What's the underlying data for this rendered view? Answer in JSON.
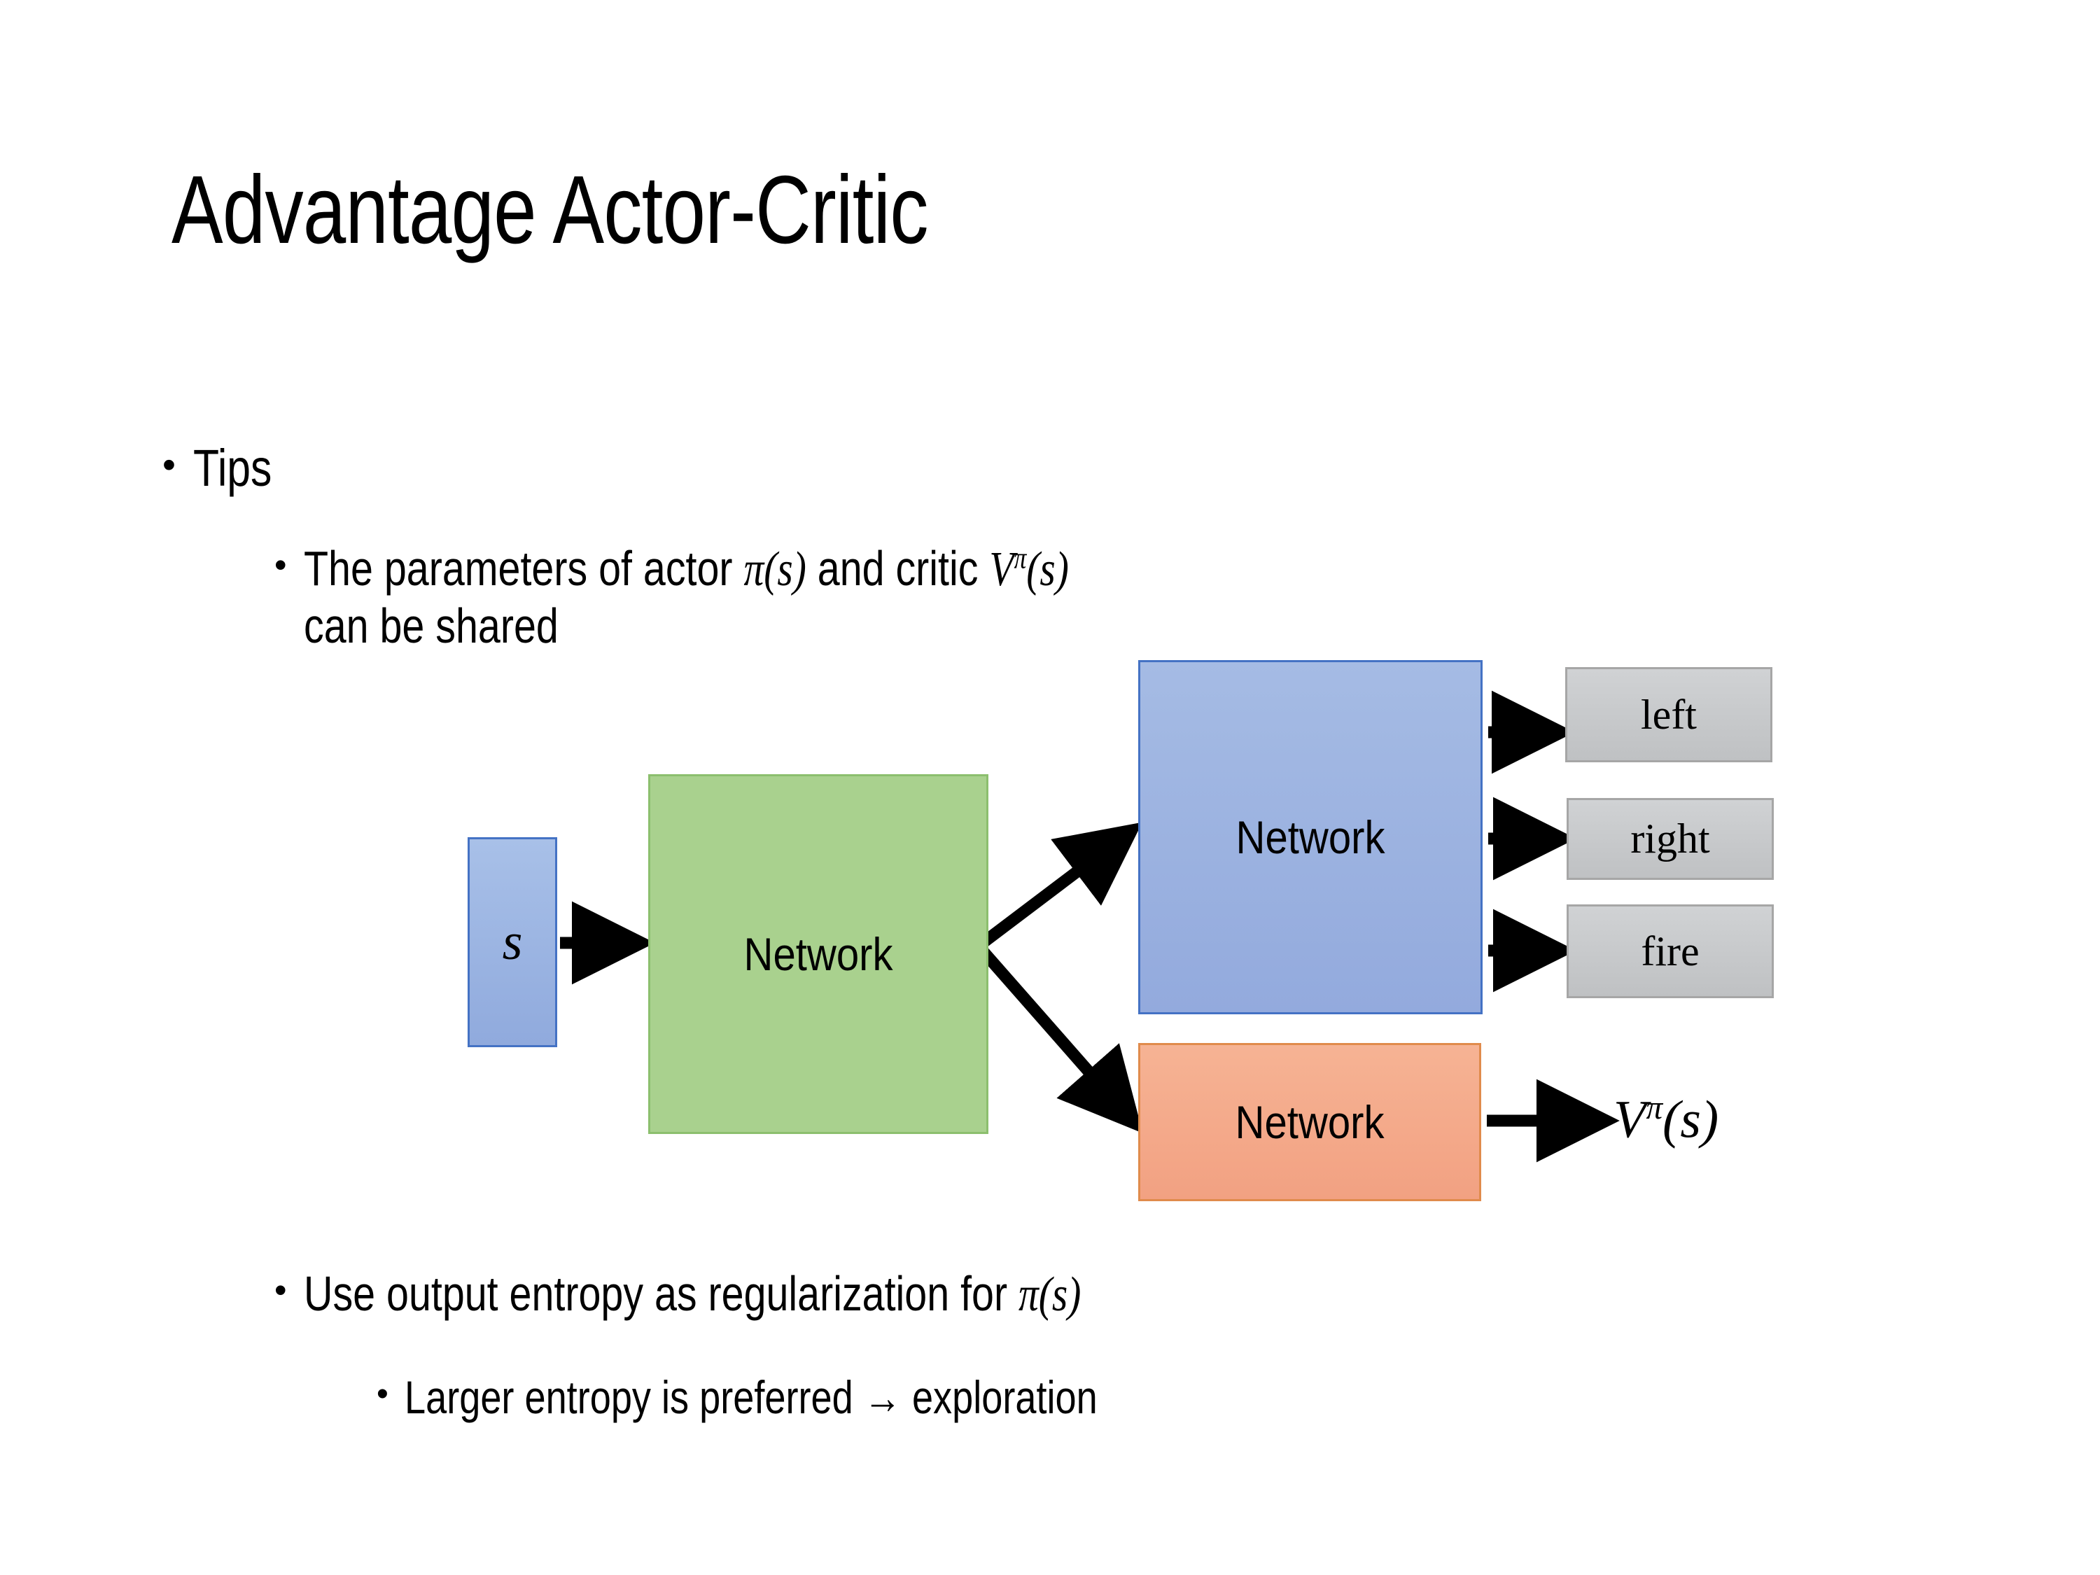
{
  "slide": {
    "title": "Advantage Actor-Critic",
    "bullets": {
      "tips": {
        "marker": "•",
        "text": "Tips"
      },
      "shared": {
        "marker": "•",
        "text_part1": "The parameters of actor ",
        "math_pi": "π(s)",
        "text_part2": "  and critic ",
        "math_v_base": "V",
        "math_v_sup": "π",
        "math_v_arg": "(s)",
        "text_line2": "can be shared"
      },
      "entropy": {
        "marker": "•",
        "text": "Use output entropy as regularization for ",
        "math_pi": "π(s)"
      },
      "larger": {
        "marker": "•",
        "text": "Larger entropy is preferred → exploration"
      }
    }
  },
  "diagram": {
    "input_box": {
      "label": "s",
      "fill": "#9db2e0",
      "border": "#4472c4"
    },
    "shared_network": {
      "label": "Network",
      "fill": "#a9d18e",
      "border": "#8cbf6e"
    },
    "actor_network": {
      "label": "Network",
      "fill": "#9db2e0",
      "border": "#4472c4"
    },
    "critic_network": {
      "label": "Network",
      "fill": "#f4a582",
      "border": "#e08b4c"
    },
    "actions": [
      {
        "label": "left",
        "fill": "#c6c8ca",
        "border": "#a6a6a6"
      },
      {
        "label": "right",
        "fill": "#c6c8ca",
        "border": "#a6a6a6"
      },
      {
        "label": "fire",
        "fill": "#c6c8ca",
        "border": "#a6a6a6"
      }
    ],
    "critic_output": {
      "base": "V",
      "sup": "π",
      "arg": "(s)"
    },
    "arrow_color": "#000000"
  }
}
